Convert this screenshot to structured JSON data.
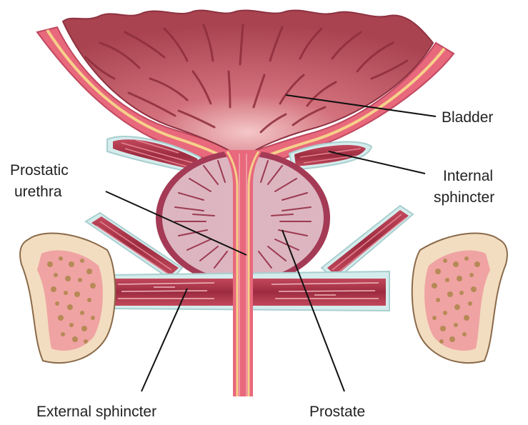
{
  "labels": {
    "bladder": "Bladder",
    "internal_sphincter_line1": "Internal",
    "internal_sphincter_line2": "sphincter",
    "prostatic_urethra_line1": "Prostatic",
    "prostatic_urethra_line2": "urethra",
    "external_sphincter": "External sphincter",
    "prostate": "Prostate"
  },
  "colors": {
    "bladder_fill": "#b84a58",
    "bladder_wall": "#e8687c",
    "cream_line": "#f6d08a",
    "prostate_fill": "#dcb5c0",
    "prostate_ring": "#a43a55",
    "muscle": "#b5384e",
    "bone_outer": "#f2ddc0",
    "bone_inner": "#f0a3a3",
    "bone_spots": "#b68a56",
    "leader_line": "#111111"
  }
}
